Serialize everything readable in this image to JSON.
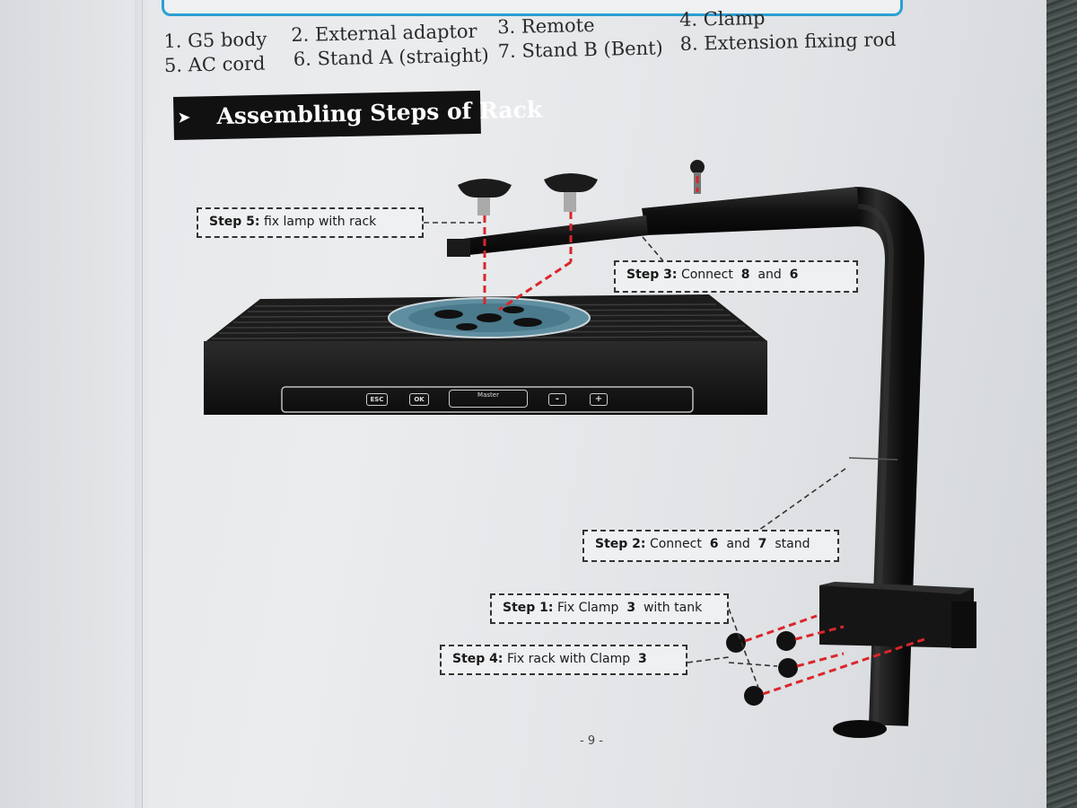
{
  "parts_list": [
    "1. G5 body",
    "2. External adaptor",
    "3. Remote",
    "4. Clamp",
    "5. AC cord",
    "6. Stand A (straight)",
    "7. Stand B (Bent)",
    "8. Extension fixing rod"
  ],
  "section": {
    "bullet": "➤",
    "title": "Assembling Steps of Rack"
  },
  "steps": {
    "step5": {
      "prefix": "Step 5:",
      "text": "fix lamp with rack"
    },
    "step3": {
      "prefix": "Step 3:",
      "text": "Connect",
      "a": "8",
      "and": "and",
      "b": "6"
    },
    "step2": {
      "prefix": "Step 2:",
      "text": "Connect",
      "a": "6",
      "and": "and",
      "b": "7",
      "tail": "stand"
    },
    "step1": {
      "prefix": "Step 1:",
      "text": "Fix Clamp",
      "a": "3",
      "tail": "with tank"
    },
    "step4": {
      "prefix": "Step 4:",
      "text": "Fix rack with Clamp",
      "a": "3"
    }
  },
  "panel_buttons": [
    "ESC",
    "OK",
    "Master",
    "-",
    "+"
  ],
  "page_number": "- 9 -",
  "colors": {
    "frame_blue": "#2c9fd3",
    "guide_red": "#d9262b",
    "lamp_black": "#141414"
  }
}
